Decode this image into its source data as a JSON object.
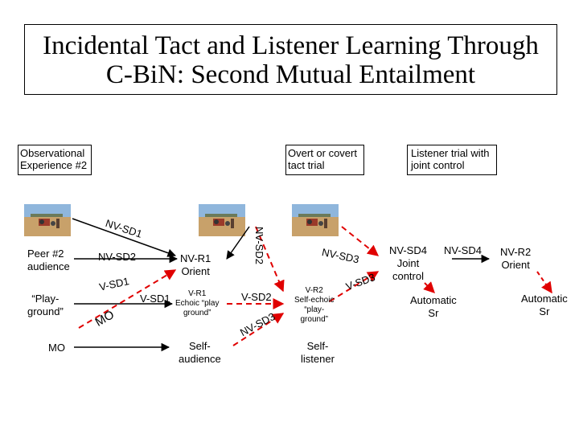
{
  "title": {
    "line1": "Incidental Tact and Listener Learning Through",
    "line2": "C-BiN: Second Mutual Entailment"
  },
  "headers": {
    "observational": {
      "line1": "Observational",
      "line2": "Experience #2"
    },
    "tact_trial": {
      "line1": "Overt or covert",
      "line2": "tact trial"
    },
    "listener_trial": {
      "line1": "Listener trial with",
      "line2": "joint control"
    }
  },
  "left": {
    "peer": {
      "line1": "Peer #2",
      "line2": "audience"
    },
    "playground": {
      "line1": "“Play-",
      "line2": "ground”"
    },
    "mo": "MO"
  },
  "labels": {
    "nv_sd1_diag": "NV-SD1",
    "nv_sd2": "NV-SD2",
    "v_sd1_diag": "V-SD1",
    "mo_diag": "MO",
    "v_sd1": "V-SD1",
    "nv_sd2_vert": "NV-SD2",
    "v_sd2": "V-SD2",
    "nv_sd3_low": "NV-SD3",
    "nv_sd3_high": "NV-SD3",
    "v_sd3": "V-SD3",
    "nv_sd4_top": "NV-SD4"
  },
  "nodes": {
    "nv_r1": {
      "line1": "NV-R1",
      "line2": "Orient"
    },
    "v_r1": {
      "line1": "V-R1",
      "line2": "Echoic “play",
      "line3": "ground”"
    },
    "self_audience": {
      "line1": "Self-",
      "line2": "audience"
    },
    "v_r2": {
      "line1": "V-R2",
      "line2": "Self-echoic",
      "line3": "“play-",
      "line4": "ground”"
    },
    "self_listener": {
      "line1": "Self-",
      "line2": "listener"
    },
    "joint_control": {
      "line1": "NV-SD4",
      "line2": "Joint",
      "line3": "control"
    },
    "nv_r2": {
      "line1": "NV-R2",
      "line2": "Orient"
    },
    "automatic_1": {
      "line1": "Automatic",
      "line2": "Sr"
    },
    "automatic_2": {
      "line1": "Automatic",
      "line2": "Sr"
    }
  },
  "colors": {
    "arrow": "#000000",
    "dashed_arrow": "#e00000"
  }
}
